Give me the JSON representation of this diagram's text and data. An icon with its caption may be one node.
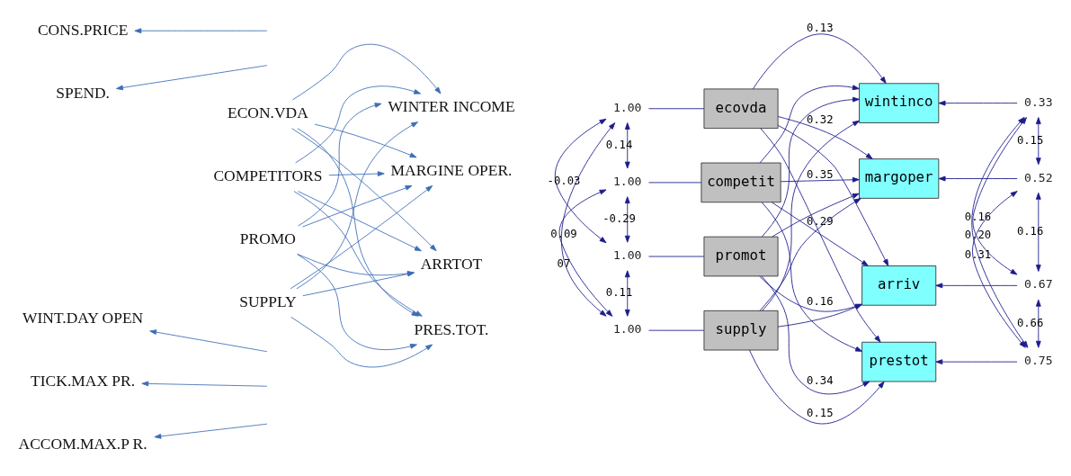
{
  "diagram": {
    "nodes": [
      {
        "text": [
          "CONS.PRICE"
        ]
      },
      {
        "text": [
          "SPEND."
        ]
      },
      {
        "text": [
          "WINT.DAY OPEN"
        ]
      },
      {
        "text": [
          "TICK.MAX PR."
        ]
      },
      {
        "text": [
          "ACCOM.MAX.P R."
        ]
      },
      {
        "text": [
          "ECON.VDA"
        ]
      },
      {
        "text": [
          "COMPETITORS"
        ]
      },
      {
        "text": [
          "PROMO"
        ]
      },
      {
        "text": [
          "SUPPLY"
        ]
      },
      {
        "text": [
          "WINTER INCOME"
        ]
      },
      {
        "text": [
          "MARGINE OPER."
        ]
      },
      {
        "text": [
          "ARRTOT"
        ]
      },
      {
        "text": [
          "PRES.TOT."
        ]
      },
      {
        "text": [
          "1.00"
        ]
      },
      {
        "text": [
          "1.00"
        ]
      },
      {
        "text": [
          "1.00"
        ]
      },
      {
        "text": [
          "1.00"
        ]
      },
      {
        "text": [
          "ecovda"
        ]
      },
      {
        "text": [
          "competit"
        ]
      },
      {
        "text": [
          "promot"
        ]
      },
      {
        "text": [
          "supply"
        ]
      },
      {
        "text": [
          "wintinco"
        ]
      },
      {
        "text": [
          "margoper"
        ]
      },
      {
        "text": [
          "arriv"
        ]
      },
      {
        "text": [
          "prestot"
        ]
      },
      {
        "text": [
          "0.33"
        ]
      },
      {
        "text": [
          "0.52"
        ]
      },
      {
        "text": [
          "0.67"
        ]
      },
      {
        "text": [
          "0.75"
        ]
      }
    ],
    "edges": [
      {
        "from": null,
        "to": 0,
        "arrow": "to",
        "color": "#3d6db5"
      },
      {
        "from": null,
        "to": 1,
        "arrow": "to",
        "color": "#3d6db5"
      },
      {
        "from": null,
        "to": 2,
        "arrow": "to",
        "color": "#3d6db5"
      },
      {
        "from": null,
        "to": 3,
        "arrow": "to",
        "color": "#3d6db5"
      },
      {
        "from": null,
        "to": 4,
        "arrow": "to",
        "color": "#3d6db5"
      },
      {
        "from": 5,
        "to": 9,
        "arrow": "to",
        "color": "#3d6db5"
      },
      {
        "from": 5,
        "to": 10,
        "arrow": "to",
        "color": "#3d6db5"
      },
      {
        "from": 5,
        "to": 11,
        "arrow": "to",
        "color": "#3d6db5"
      },
      {
        "from": 5,
        "to": 12,
        "arrow": "to",
        "color": "#3d6db5"
      },
      {
        "from": 6,
        "to": 9,
        "arrow": "to",
        "color": "#3d6db5"
      },
      {
        "from": 6,
        "to": 10,
        "arrow": "to",
        "color": "#3d6db5"
      },
      {
        "from": 6,
        "to": 11,
        "arrow": "to",
        "color": "#3d6db5"
      },
      {
        "from": 6,
        "to": 12,
        "arrow": "to",
        "color": "#3d6db5"
      },
      {
        "from": 7,
        "to": 9,
        "arrow": "to",
        "color": "#3d6db5"
      },
      {
        "from": 7,
        "to": 10,
        "arrow": "to",
        "color": "#3d6db5"
      },
      {
        "from": 7,
        "to": 11,
        "arrow": "to",
        "color": "#3d6db5"
      },
      {
        "from": 7,
        "to": 12,
        "arrow": "to",
        "color": "#3d6db5"
      },
      {
        "from": 8,
        "to": 9,
        "arrow": "to",
        "color": "#3d6db5"
      },
      {
        "from": 8,
        "to": 10,
        "arrow": "to",
        "color": "#3d6db5"
      },
      {
        "from": 8,
        "to": 11,
        "arrow": "to",
        "color": "#3d6db5"
      },
      {
        "from": 8,
        "to": 12,
        "arrow": "to",
        "color": "#3d6db5"
      },
      {
        "from": 13,
        "to": 17,
        "arrow": "none"
      },
      {
        "from": 14,
        "to": 18,
        "arrow": "none"
      },
      {
        "from": 15,
        "to": 19,
        "arrow": "none"
      },
      {
        "from": 16,
        "to": 20,
        "arrow": "none"
      },
      {
        "from": 13,
        "to": 14,
        "arrow": "both",
        "label": "0.14"
      },
      {
        "from": 13,
        "to": 15,
        "arrow": "both",
        "label": "-0.03"
      },
      {
        "from": 13,
        "to": 16,
        "arrow": "both",
        "label": "07"
      },
      {
        "from": 14,
        "to": 15,
        "arrow": "both",
        "label": "-0.29"
      },
      {
        "from": 14,
        "to": 16,
        "arrow": "both",
        "label": "0.09"
      },
      {
        "from": 15,
        "to": 16,
        "arrow": "both",
        "label": "0.11"
      },
      {
        "from": 17,
        "to": 21,
        "arrow": "to",
        "label": "0.13"
      },
      {
        "from": 17,
        "to": 22,
        "arrow": "to",
        "label": "0.32"
      },
      {
        "from": 17,
        "to": 23,
        "arrow": "to"
      },
      {
        "from": 17,
        "to": 24,
        "arrow": "to"
      },
      {
        "from": 18,
        "to": 21,
        "arrow": "to"
      },
      {
        "from": 18,
        "to": 22,
        "arrow": "to",
        "label": "0.35"
      },
      {
        "from": 18,
        "to": 23,
        "arrow": "to",
        "label": "0.29"
      },
      {
        "from": 18,
        "to": 24,
        "arrow": "to"
      },
      {
        "from": 19,
        "to": 21,
        "arrow": "to"
      },
      {
        "from": 19,
        "to": 22,
        "arrow": "to"
      },
      {
        "from": 19,
        "to": 23,
        "arrow": "to",
        "label": "0.16"
      },
      {
        "from": 19,
        "to": 24,
        "arrow": "to",
        "label": "0.34"
      },
      {
        "from": 20,
        "to": 21,
        "arrow": "to"
      },
      {
        "from": 20,
        "to": 22,
        "arrow": "to"
      },
      {
        "from": 20,
        "to": 23,
        "arrow": "to"
      },
      {
        "from": 20,
        "to": 24,
        "arrow": "to",
        "label": "0.15"
      },
      {
        "from": 25,
        "to": 21,
        "arrow": "to"
      },
      {
        "from": 26,
        "to": 22,
        "arrow": "to"
      },
      {
        "from": 27,
        "to": 23,
        "arrow": "to"
      },
      {
        "from": 28,
        "to": 24,
        "arrow": "to"
      },
      {
        "from": 25,
        "to": 26,
        "arrow": "both",
        "label": "0.15"
      },
      {
        "from": 25,
        "to": 27,
        "arrow": "both",
        "label": "0.16"
      },
      {
        "from": 25,
        "to": 28,
        "arrow": "both",
        "label": "0.20"
      },
      {
        "from": 26,
        "to": 27,
        "arrow": "both",
        "label": "0.16"
      },
      {
        "from": 26,
        "to": 28,
        "arrow": "both",
        "label": "0.31"
      },
      {
        "from": 27,
        "to": 28,
        "arrow": "both",
        "label": "0.66"
      }
    ]
  }
}
